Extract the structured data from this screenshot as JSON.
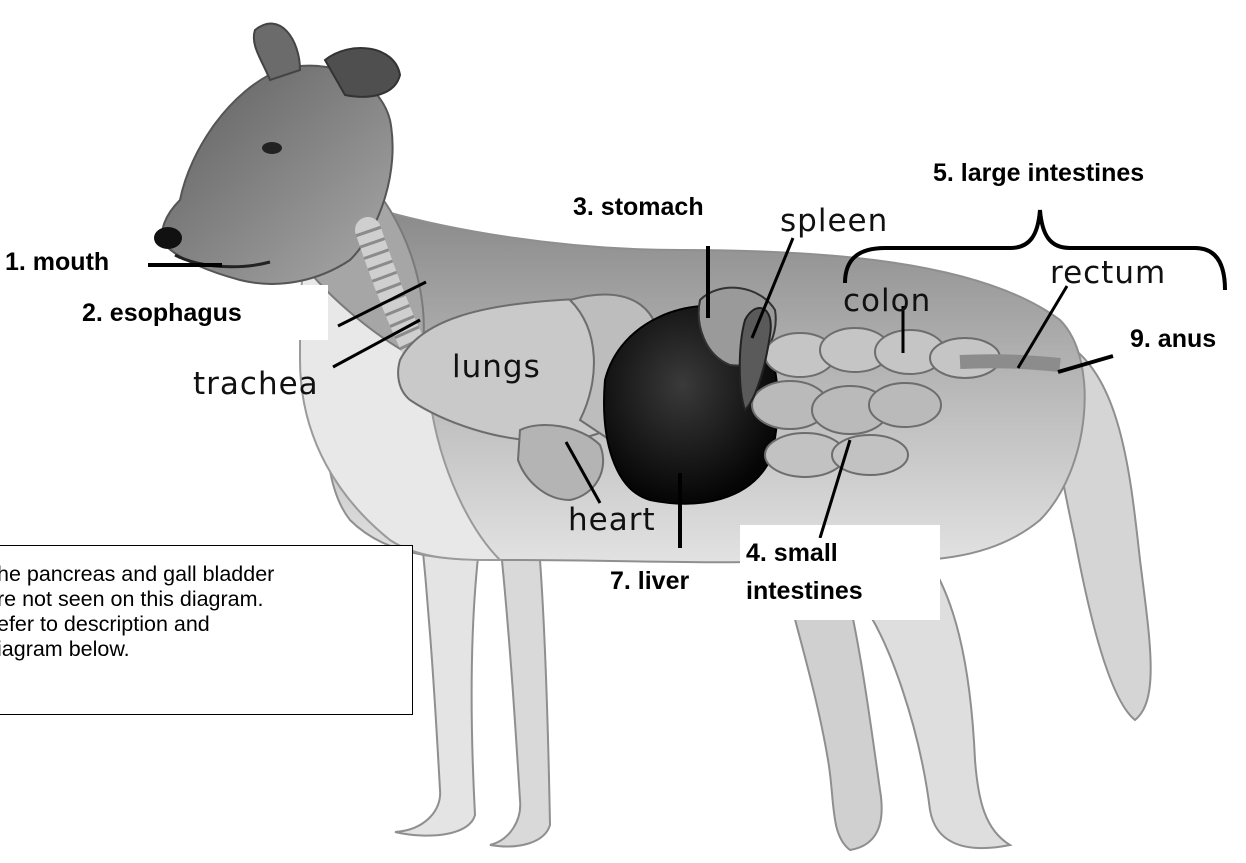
{
  "labels": {
    "mouth": "1.  mouth",
    "esophagus": "2.  esophagus",
    "stomach": "3. stomach",
    "small_intestines_1": "4.  small",
    "small_intestines_2": "intestines",
    "large_intestines": "5.  large intestines",
    "liver": "7. liver",
    "anus": "9. anus"
  },
  "organs": {
    "trachea": "trachea",
    "lungs": "lungs",
    "spleen": "spleen",
    "colon": "colon",
    "rectum": "rectum",
    "heart": "heart"
  },
  "note": {
    "line1": "he pancreas and gall bladder",
    "line2": "re not seen on this diagram.",
    "line3": "efer to description and",
    "line4": "iagram below."
  }
}
